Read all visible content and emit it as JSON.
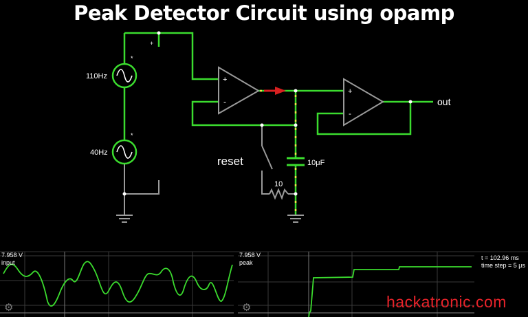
{
  "title": "Peak Detector Circuit using opamp",
  "circuit": {
    "source1_label": "110Hz",
    "source2_label": "40Hz",
    "source_marker": "*",
    "plus_marker": "+",
    "opamp_plus": "+",
    "opamp_minus": "-",
    "capacitor_label": "10μF",
    "resistor_label": "10",
    "switch_label": "reset",
    "output_label": "out"
  },
  "scopes": {
    "left": {
      "value": "7.958 V",
      "name": "input"
    },
    "right": {
      "value": "7.958 V",
      "name": "peak"
    }
  },
  "sim_info": {
    "time": "t = 102.96 ms",
    "step": "time step = 5 μs"
  },
  "brand": "hackatronic.com",
  "colors": {
    "wire_active": "#3bdc2e",
    "wire_inactive": "#9a9a9a",
    "current_dot": "#f2e14a",
    "arrow": "#d82020",
    "brand": "#e8232a"
  }
}
